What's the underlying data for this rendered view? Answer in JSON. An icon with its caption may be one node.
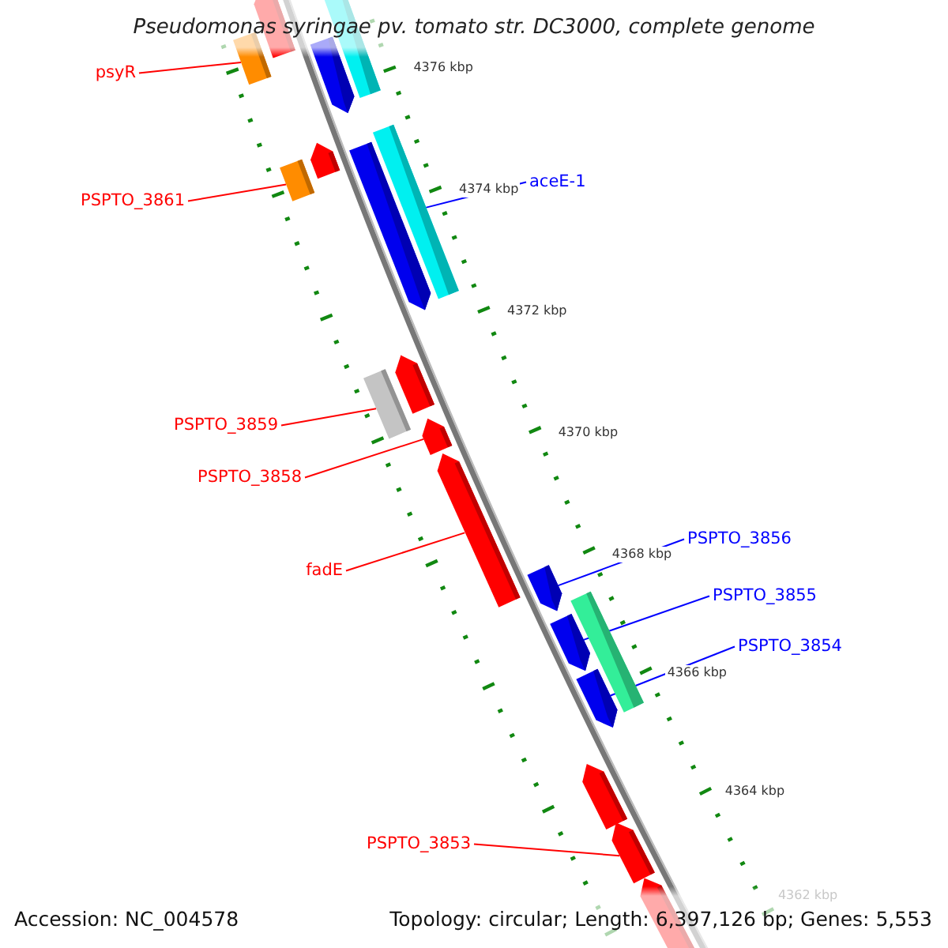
{
  "diagram": {
    "title": "Pseudomonas syringae pv. tomato str. DC3000, complete genome",
    "nodes": [
      {
        "text": [
          "psyR"
        ]
      },
      {
        "text": [],
        "shape": "bar"
      },
      {
        "text": [
          "PSPTO_3861"
        ]
      },
      {
        "text": [],
        "shape": "bar"
      },
      {
        "text": [
          "aceE-1"
        ]
      },
      {
        "text": [],
        "shape": "bar"
      },
      {
        "text": [
          "PSPTO_3859"
        ]
      },
      {
        "text": [],
        "shape": "bar"
      },
      {
        "text": [
          "PSPTO_3858"
        ]
      },
      {
        "text": [],
        "shape": "arrow"
      },
      {
        "text": [
          "fadE"
        ]
      },
      {
        "text": [],
        "shape": "arrow"
      },
      {
        "text": [
          "PSPTO_3856"
        ]
      },
      {
        "text": [],
        "shape": "arrow"
      },
      {
        "text": [
          "PSPTO_3855"
        ]
      },
      {
        "text": [],
        "shape": "arrow"
      },
      {
        "text": [
          "PSPTO_3854"
        ]
      },
      {
        "text": [],
        "shape": "arrow"
      },
      {
        "text": [
          "PSPTO_3853"
        ]
      },
      {
        "text": [],
        "shape": "arrow"
      },
      {
        "text": [],
        "shape": "arrow"
      },
      {
        "text": [],
        "shape": "arrow"
      },
      {
        "text": [],
        "shape": "bar"
      },
      {
        "text": [],
        "shape": "arrow"
      },
      {
        "text": [],
        "shape": "arrow"
      },
      {
        "text": [],
        "shape": "arrow"
      },
      {
        "text": [],
        "shape": "bar"
      },
      {
        "text": [],
        "shape": "arrow"
      },
      {
        "text": [],
        "shape": "arrow"
      }
    ],
    "edges": [
      {
        "from": 0,
        "to": 1,
        "arrow": "none"
      },
      {
        "from": 2,
        "to": 3,
        "arrow": "none"
      },
      {
        "from": 4,
        "to": 5,
        "arrow": "none",
        "color": "#0000ff"
      },
      {
        "from": 6,
        "to": 7,
        "arrow": "none"
      },
      {
        "from": 8,
        "to": 9,
        "arrow": "none"
      },
      {
        "from": 10,
        "to": 11,
        "arrow": "none"
      },
      {
        "from": 12,
        "to": 13,
        "arrow": "none",
        "color": "#0000ff"
      },
      {
        "from": 14,
        "to": 15,
        "arrow": "none",
        "color": "#0000ff"
      },
      {
        "from": 16,
        "to": 17,
        "arrow": "none",
        "color": "#0000ff"
      },
      {
        "from": 18,
        "to": 19,
        "arrow": "none"
      }
    ],
    "labels": [
      "4376 kbp",
      "4374 kbp",
      "4372 kbp",
      "4370 kbp",
      "4368 kbp",
      "4366 kbp",
      "4364 kbp",
      "4362 kbp",
      "Accession: NC_004578",
      "Topology: circular; Length: 6,397,126 bp; Genes: 5,553"
    ]
  }
}
